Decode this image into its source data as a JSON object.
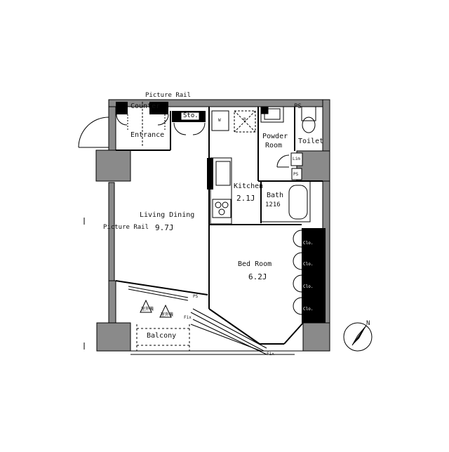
{
  "rooms": {
    "entrance": "Entrance",
    "counter": "Counter",
    "sto": "Sto.",
    "w": "W",
    "r": "R",
    "powder_room_line1": "Powder",
    "powder_room_line2": "Room",
    "toilet": "Toilet",
    "ps_top": "PS",
    "ps_lower": "PS",
    "ps_balcony": "PS",
    "lim": "Lim",
    "kitchen": "Kitchen",
    "kitchen_size": "2.1J",
    "bath": "Bath",
    "bath_size": "1216",
    "living_dining": "Living Dining",
    "living_dining_size": "9.7J",
    "bed_room": "Bed Room",
    "bed_room_size": "6.2J",
    "balcony": "Balcony",
    "picture_rail_top": "Picture Rail",
    "picture_rail_left": "Picture Rail",
    "closets": [
      "Clo.",
      "Clo.",
      "Clo.",
      "Clo."
    ],
    "outdoor_units": [
      "室外機",
      "室外機"
    ],
    "fix_1": "Fix",
    "fix_2": "Fix"
  },
  "compass": {
    "label": "N"
  }
}
